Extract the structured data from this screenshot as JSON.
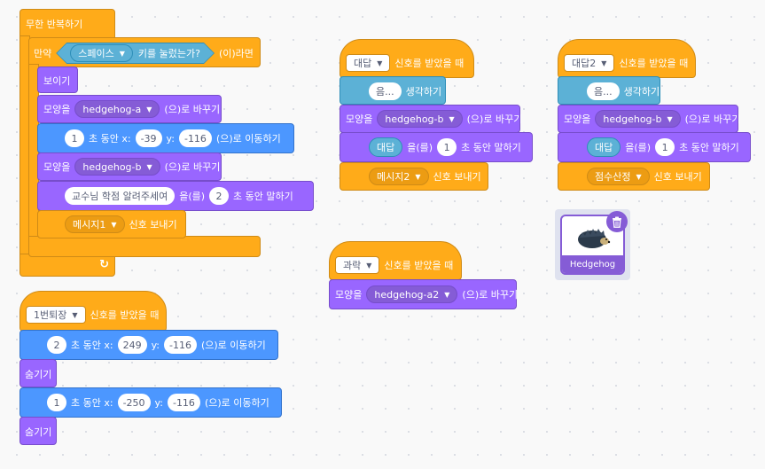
{
  "forever": {
    "label": "무한 반복하기"
  },
  "if_block": {
    "if_label": "만약",
    "key": "스페이스",
    "key_suffix": "키를 눌렀는가?",
    "then_label": "(이)라면"
  },
  "show_label": "보이기",
  "hide_label": "숨기기",
  "switch_costume": {
    "prefix": "모양을",
    "suffix": "(으)로 바꾸기"
  },
  "costumes": {
    "a": "hedgehog-a",
    "b": "hedgehog-b",
    "a2": "hedgehog-a2"
  },
  "glide": {
    "secs_suffix": "초 동안 x:",
    "y_label": "y:",
    "suffix": "(으)로 이동하기"
  },
  "glide1": {
    "secs": "1",
    "x": "-39",
    "y": "-116"
  },
  "say": {
    "mid": "을(를)",
    "suffix": "초 동안 말하기"
  },
  "say1": {
    "text": "교수님 학점 알려주세여",
    "secs": "2"
  },
  "broadcast": {
    "suffix": "신호 보내기"
  },
  "broadcast1": {
    "msg": "메시지1"
  },
  "when_receive": {
    "suffix": "신호를 받았을 때"
  },
  "stack1": {
    "msg": "1번퇴장",
    "glide_a": {
      "secs": "2",
      "x": "249",
      "y": "-116"
    },
    "glide_b": {
      "secs": "1",
      "x": "-250",
      "y": "-116"
    }
  },
  "ask": {
    "suffix": "생각하기",
    "text": "음..."
  },
  "answer_label": "대답",
  "stack2": {
    "msg": "대답",
    "say_secs": "1",
    "broadcast_msg": "메시지2"
  },
  "stack3": {
    "msg": "대답2",
    "say_secs": "1",
    "broadcast_msg": "점수산정"
  },
  "stack4": {
    "msg": "과락"
  },
  "sprite": {
    "name": "Hedgehog"
  },
  "colors": {
    "events": "#ffab19",
    "looks": "#9966ff",
    "motion": "#4c97ff",
    "sensing": "#5cb1d6"
  }
}
